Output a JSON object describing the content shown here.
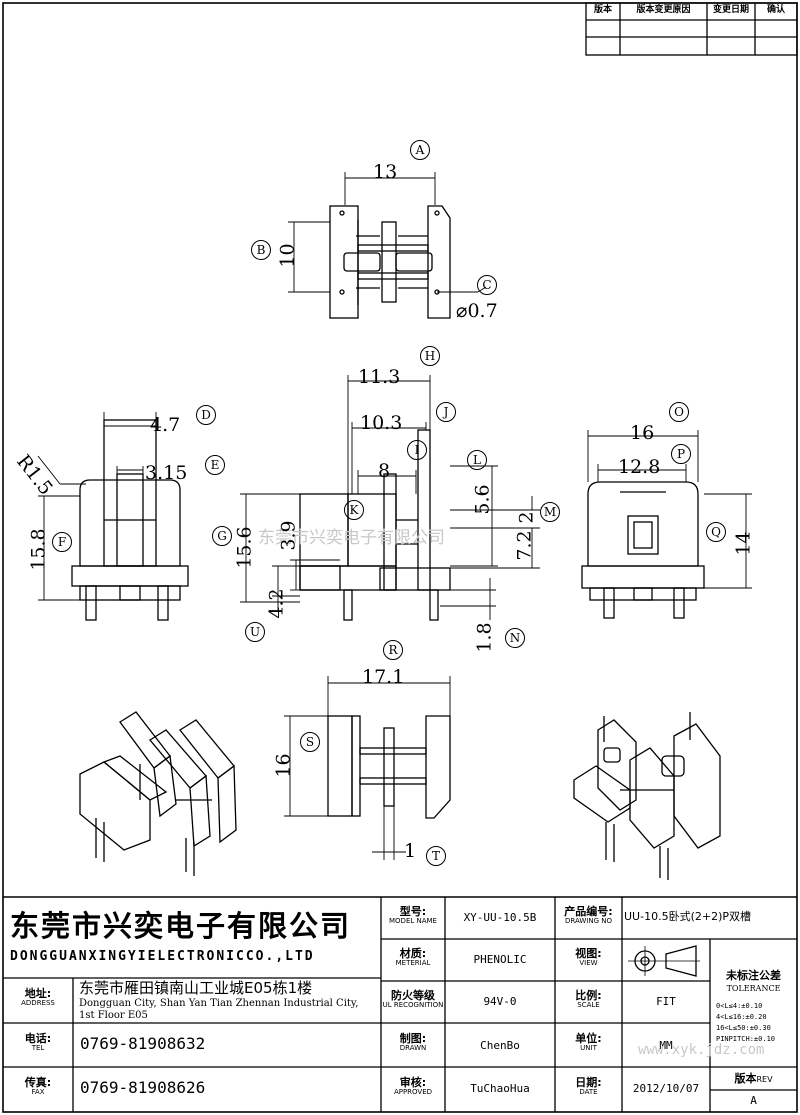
{
  "revision_table": {
    "headers": [
      "版本",
      "版本变更原因",
      "变更日期",
      "确认"
    ]
  },
  "company": {
    "name_cn": "东莞市兴奕电子有限公司",
    "name_en": "DONGGUANXINGYIELECTRONICCO.,LTD"
  },
  "address": {
    "label_cn": "地址:",
    "label_en": "ADDRESS",
    "value_cn": "东莞市雁田镇南山工业城E05栋1楼",
    "value_en_1": "Dongguan City, Shan Yan Tian Zhennan Industrial City,",
    "value_en_2": "1st Floor E05"
  },
  "tel": {
    "label_cn": "电话:",
    "label_en": "TEL",
    "value": "0769-81908632"
  },
  "fax": {
    "label_cn": "传真:",
    "label_en": "FAX",
    "value": "0769-81908626"
  },
  "model": {
    "label_cn": "型号:",
    "label_en": "MODEL NAME",
    "value": "XY-UU-10.5B"
  },
  "drawing_no": {
    "label_cn": "产品编号:",
    "label_en": "DRAWING NO",
    "value": "UU-10.5卧式(2+2)P双槽"
  },
  "material": {
    "label_cn": "材质:",
    "label_en": "METERIAL",
    "value": "PHENOLIC"
  },
  "view": {
    "label_cn": "视图:",
    "label_en": "VIEW"
  },
  "ul": {
    "label_cn": "防火等级",
    "label_en": "UL RECOGNITION",
    "value": "94V-0"
  },
  "scale": {
    "label_cn": "比例:",
    "label_en": "SCALE",
    "value": "FIT"
  },
  "drawn": {
    "label_cn": "制图:",
    "label_en": "DRAWN",
    "value": "ChenBo"
  },
  "unit": {
    "label_cn": "单位:",
    "label_en": "UNIT",
    "value": "MM"
  },
  "approved": {
    "label_cn": "审核:",
    "label_en": "APPROVED",
    "value": "TuChaoHua"
  },
  "date": {
    "label_cn": "日期:",
    "label_en": "DATE",
    "value": "2012/10/07"
  },
  "tolerance": {
    "title_cn": "未标注公差",
    "title_en": "TOLERANCE",
    "lines": [
      "0<L≤4:±0.10",
      "4<L≤16:±0.20",
      "16<L≤50:±0.30",
      "PINPITCH:±0.10"
    ]
  },
  "rev": {
    "label_cn": "版本",
    "label_en": "REV",
    "value": "A"
  },
  "watermark": {
    "center": "东莞市兴奕电子有限公司",
    "footer": "www.xyk.jdz.com"
  },
  "dims": {
    "A": "13",
    "B": "10",
    "C": "0.7",
    "D": "4.7",
    "E": "3.15",
    "R15": "R1.5",
    "F": "15.8",
    "H": "11.3",
    "J": "10.3",
    "I": "8",
    "K": "3.9",
    "G": "15.6",
    "L": "5.6",
    "M": "2",
    "Q_left": "7.2",
    "U": "4.2",
    "N": "1.8",
    "O": "16",
    "P": "12.8",
    "Q": "14",
    "R": "17.1",
    "S": "16",
    "T": "1"
  },
  "letters": [
    "A",
    "B",
    "C",
    "D",
    "E",
    "F",
    "G",
    "H",
    "I",
    "J",
    "K",
    "L",
    "M",
    "N",
    "O",
    "P",
    "Q",
    "R",
    "S",
    "T",
    "U"
  ]
}
